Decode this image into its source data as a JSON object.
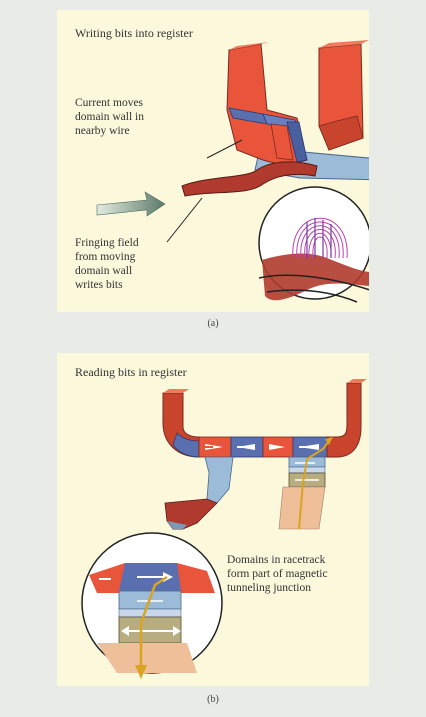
{
  "panel_a": {
    "title": "Writing bits into register",
    "current_label": [
      "Current moves",
      "domain wall in",
      "nearby wire"
    ],
    "fringing_label": [
      "Fringing field",
      "from moving",
      "domain wall",
      "writes bits"
    ],
    "caption": "(a)"
  },
  "panel_b": {
    "title": "Reading bits in register",
    "domains_label": [
      "Domains in racetrack",
      "form part of magnetic",
      "tunneling junction"
    ],
    "caption": "(b)"
  },
  "colors": {
    "background": "#fcf8dc",
    "red_domain": "#e8553a",
    "blue_domain": "#5a6fb0",
    "wire": "#b03a2e",
    "junction": "#e8b98a",
    "arrow": "#d9a520"
  }
}
